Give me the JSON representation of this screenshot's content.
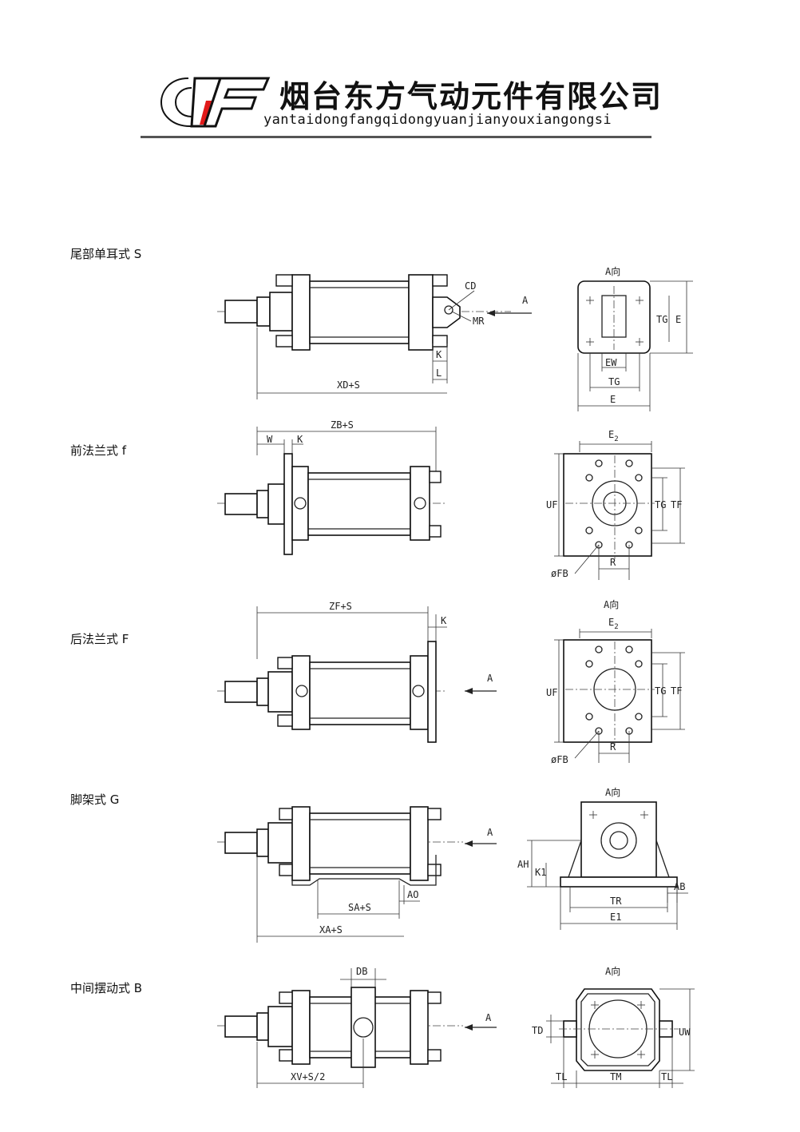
{
  "header": {
    "company_cn": "烟台东方气动元件有限公司",
    "company_pinyin": "yantaidongfangqidongyuanjianyouxiangongsi",
    "accent_color": "#e11a1a"
  },
  "sections": [
    {
      "title": "尾部单耳式 S",
      "view_label": "A向",
      "arrow_label": "A",
      "dims": {
        "cd": "CD",
        "mr": "MR",
        "k": "K",
        "l": "L",
        "xd": "XD+S",
        "ew": "EW",
        "tg_h": "TG",
        "e_h": "E",
        "tg_v": "TG",
        "e_v": "E"
      }
    },
    {
      "title": "前法兰式 f",
      "dims": {
        "zb": "ZB+S",
        "w": "W",
        "k": "K",
        "e2": "E",
        "e2sub": "2",
        "uf": "UF",
        "tg": "TG",
        "tf": "TF",
        "fb": "øFB",
        "r": "R"
      }
    },
    {
      "title": "后法兰式 F",
      "view_label": "A向",
      "arrow_label": "A",
      "dims": {
        "zf": "ZF+S",
        "k": "K",
        "e2": "E",
        "e2sub": "2",
        "uf": "UF",
        "tg": "TG",
        "tf": "TF",
        "fb": "øFB",
        "r": "R"
      }
    },
    {
      "title": "脚架式 G",
      "view_label": "A向",
      "arrow_label": "A",
      "dims": {
        "sa": "SA+S",
        "ao": "AO",
        "xa": "XA+S",
        "ah": "AH",
        "k1": "K1",
        "ab": "AB",
        "tr": "TR",
        "e1": "E1"
      }
    },
    {
      "title": "中间摆动式 B",
      "view_label": "A向",
      "arrow_label": "A",
      "dims": {
        "db": "DB",
        "xv": "XV+S/2",
        "td": "TD",
        "uw": "UW",
        "tl1": "TL",
        "tm": "TM",
        "tl2": "TL"
      }
    }
  ]
}
